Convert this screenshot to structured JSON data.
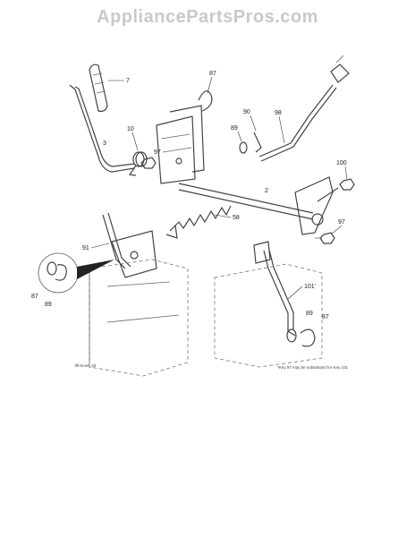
{
  "watermark": "AppliancePartsPros.com",
  "callouts": {
    "c7": "7",
    "c3": "3",
    "c10": "10",
    "c97a": "97",
    "c87a": "87",
    "c89a": "89",
    "c90": "90",
    "c98": "98",
    "c2": "2",
    "c100": "100",
    "c58": "58",
    "c97b": "97",
    "c91": "91",
    "c87b": "87",
    "c89b": "89",
    "c101": "101'",
    "c89c": "89",
    "c87c": "87"
  },
  "figure_code": "lift-lever_20",
  "footnote": "*Key 97 may be substituted for Key 101"
}
